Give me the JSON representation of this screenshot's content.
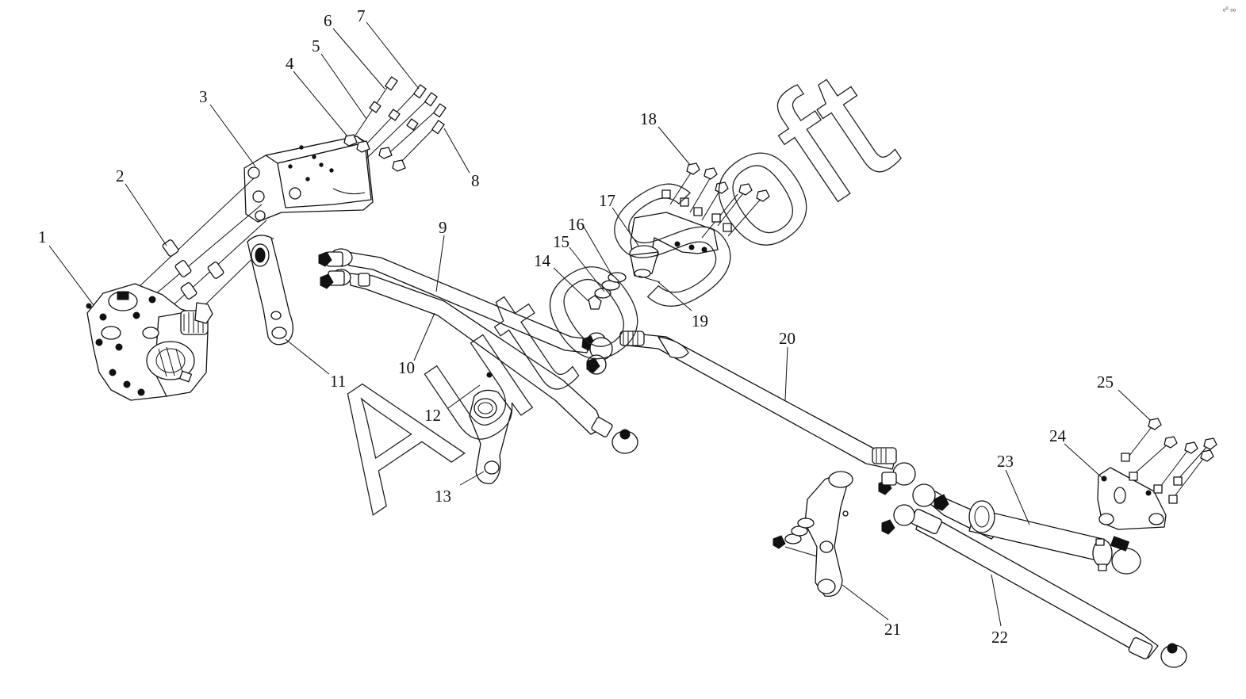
{
  "watermark": "AutoSoft",
  "corner_mark": "ₒᵒ ₒₒ",
  "callouts": [
    "1",
    "2",
    "3",
    "4",
    "5",
    "6",
    "7",
    "8",
    "9",
    "10",
    "11",
    "12",
    "13",
    "14",
    "15",
    "16",
    "17",
    "18",
    "19",
    "20",
    "21",
    "22",
    "23",
    "24",
    "25"
  ]
}
